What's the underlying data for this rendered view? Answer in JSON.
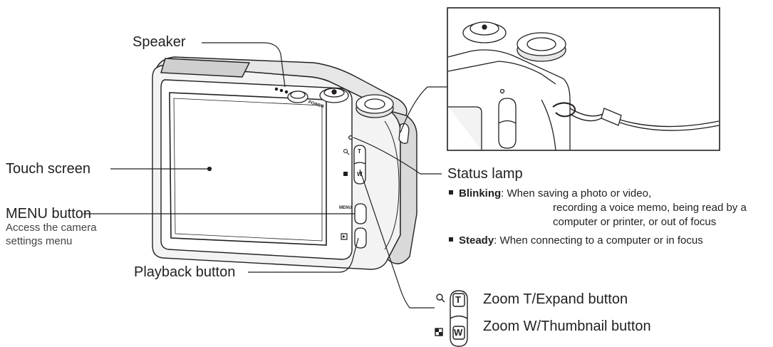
{
  "labels": {
    "speaker": "Speaker",
    "touch_screen": "Touch screen",
    "menu_button": "MENU button",
    "menu_button_desc_1": "Access the camera",
    "menu_button_desc_2": "settings menu",
    "playback_button": "Playback button",
    "status_lamp": "Status lamp"
  },
  "status_notes": {
    "blinking_term": "Blinking",
    "blinking_text_1": ": When saving a photo or video,",
    "blinking_text_2": "recording a voice memo, being read by a",
    "blinking_text_3": "computer or printer, or out of focus",
    "steady_term": "Steady",
    "steady_text": ": When connecting to a computer or in focus"
  },
  "zoom": {
    "t_letter": "T",
    "w_letter": "W",
    "t_label": "Zoom T/Expand button",
    "w_label": "Zoom W/Thumbnail button"
  },
  "camera_marks": {
    "menu_mark": "MENU",
    "power_mark": "POWER",
    "t_mark": "T",
    "w_mark": "W"
  }
}
